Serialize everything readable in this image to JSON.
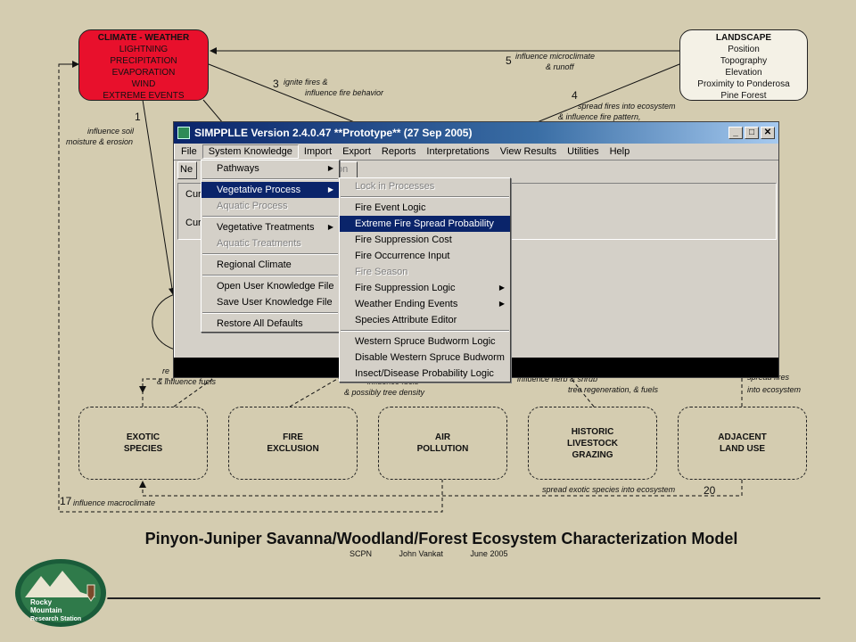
{
  "diagram": {
    "climate": {
      "title": "CLIMATE - WEATHER",
      "lines": [
        "LIGHTNING",
        "PRECIPITATION",
        "EVAPORATION",
        "WIND",
        "EXTREME EVENTS"
      ]
    },
    "landscape": {
      "title": "LANDSCAPE",
      "lines": [
        "Position",
        "Topography",
        "Elevation",
        "Proximity to Ponderosa",
        "Pine Forest"
      ]
    },
    "drivers": [
      {
        "line1": "EXOTIC",
        "line2": "SPECIES"
      },
      {
        "line1": "FIRE",
        "line2": "EXCLUSION"
      },
      {
        "line1": "AIR",
        "line2": "POLLUTION"
      },
      {
        "line1": "HISTORIC",
        "line2": "LIVESTOCK",
        "line3": "GRAZING"
      },
      {
        "line1": "ADJACENT",
        "line2": "LAND USE"
      }
    ],
    "numbers": {
      "n1": "1",
      "n3": "3",
      "n4": "4",
      "n5": "5",
      "n17": "17",
      "n20": "20"
    },
    "labels": {
      "l5a": "influence microclimate",
      "l5b": "& runoff",
      "l3a": "ignite fires &",
      "l3b": "influence fire behavior",
      "l4a": "spread fires into ecosystem",
      "l4b": "& influence fire pattern,",
      "l1a": "influence soil",
      "l1b": "moisture & erosion",
      "lre": "re",
      "lfuels": "& influence fuels",
      "lif": "influence fuels",
      "lpd": "& possibly tree density",
      "lhf": "influence herb & shrub",
      "ltr": "tree regeneration, & fuels",
      "lsf": "spread fires",
      "lie": "into ecosystem",
      "lex": "spread exotic species into ecosystem",
      "lmac": "influence macroclimate"
    },
    "title": "Pinyon-Juniper Savanna/Woodland/Forest Ecosystem Characterization Model",
    "credits": [
      "SCPN",
      "John Vankat",
      "June 2005"
    ],
    "logo_text": [
      "Rocky",
      "Mountain",
      "Research Station"
    ]
  },
  "window": {
    "title": "SIMPPLLE Version 2.4.0.47 **Prototype** (27 Sep 2005)",
    "controls": [
      "_",
      "□",
      "✕"
    ],
    "menubar": [
      "File",
      "System Knowledge",
      "Import",
      "Export",
      "Reports",
      "Interpretations",
      "View Results",
      "Utilities",
      "Help"
    ],
    "tab_stub": "Ne",
    "tab_stub2": "on",
    "panel_labels": [
      "Cur",
      "Cur"
    ],
    "system_knowledge_menu": [
      {
        "label": "Pathways",
        "submenu": true,
        "disabled": false
      },
      {
        "label": "Vegetative Process",
        "submenu": true,
        "selected": true
      },
      {
        "label": "Aquatic Process",
        "disabled": true
      },
      {
        "label": "Vegetative Treatments",
        "submenu": true
      },
      {
        "label": "Aquatic Treatments",
        "disabled": true
      },
      {
        "label": "Regional Climate"
      },
      {
        "label": "Open User Knowledge File"
      },
      {
        "label": "Save User Knowledge File"
      },
      {
        "label": "Restore All Defaults"
      }
    ],
    "vegetative_process_menu": [
      {
        "label": "Lock in Processes",
        "disabled": true
      },
      {
        "label": "Fire Event Logic"
      },
      {
        "label": "Extreme Fire Spread Probability",
        "selected": true
      },
      {
        "label": "Fire Suppression Cost"
      },
      {
        "label": "Fire Occurrence Input"
      },
      {
        "label": "Fire Season",
        "disabled": true
      },
      {
        "label": "Fire Suppression Logic",
        "submenu": true
      },
      {
        "label": "Weather Ending Events",
        "submenu": true
      },
      {
        "label": "Species Attribute Editor"
      },
      {
        "label": "Western Spruce Budworm Logic"
      },
      {
        "label": "Disable Western Spruce Budworm"
      },
      {
        "label": "Insect/Disease Probability Logic"
      }
    ]
  },
  "colors": {
    "background": "#d4ccb0",
    "climate_fill": "#e8102c",
    "highlight": "#0a246a"
  }
}
